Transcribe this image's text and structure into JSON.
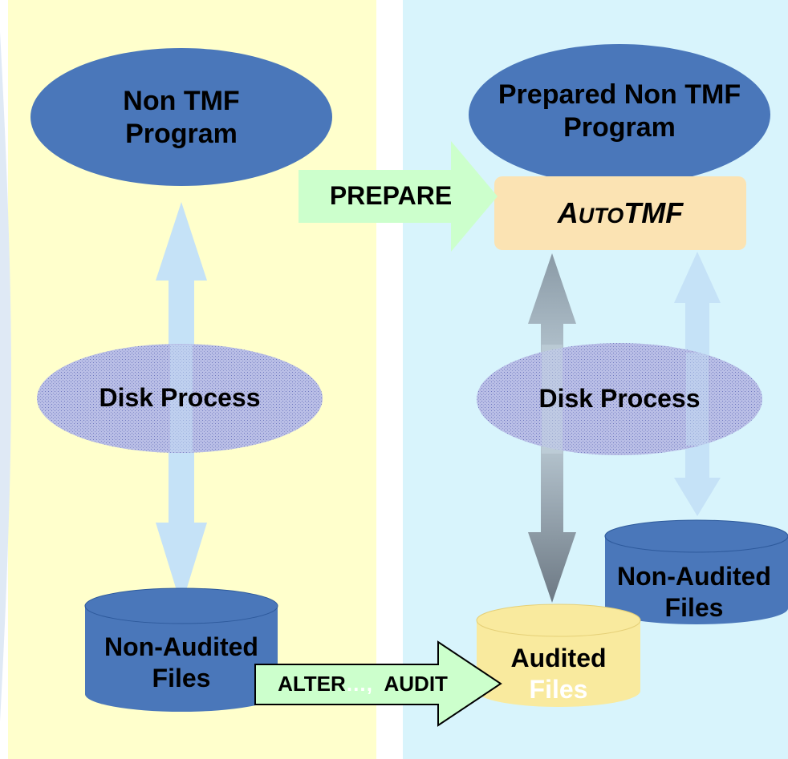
{
  "left_panel": {
    "program": [
      "Non TMF",
      "Program"
    ],
    "disk_process": "Disk Process",
    "files": [
      "Non-Audited",
      "Files"
    ]
  },
  "right_panel": {
    "program": [
      "Prepared Non TMF",
      "Program"
    ],
    "autotmf": {
      "prefix": "A",
      "small_caps": "UTO",
      "suffix": "TMF"
    },
    "disk_process": "Disk Process",
    "non_audited_files": [
      "Non-Audited",
      "Files"
    ],
    "audited_files": [
      "Audited",
      "Files"
    ]
  },
  "arrows": {
    "prepare": "PREPARE",
    "alter": {
      "part1": "ALTER",
      "ellipsis": "…,",
      "part2": "AUDIT"
    }
  },
  "colors": {
    "left_bg": "#ffffcc",
    "right_bg": "#d8f4fc",
    "node_blue": "#4a77ba",
    "autotmf_bg": "#fbe3b3",
    "audited_yellow": "#f9ea9e",
    "green_arrow": "#ccffcc",
    "light_arrow": "#c5e2f7"
  }
}
